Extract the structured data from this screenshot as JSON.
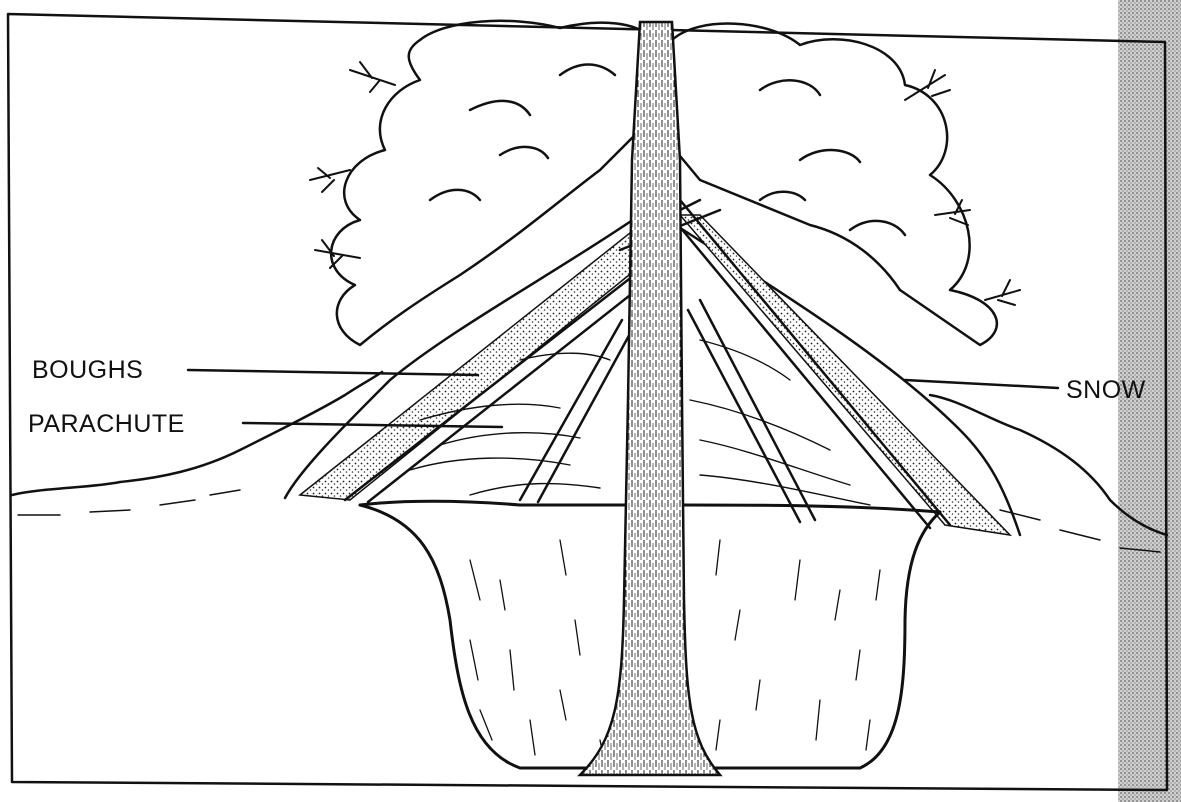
{
  "labels": {
    "boughs": "BOUGHS",
    "parachute": "PARACHUTE",
    "snow": "SNOW"
  },
  "colors": {
    "ink": "#111111",
    "paper": "#ffffff",
    "margin_shade": "#9a9a9a"
  }
}
